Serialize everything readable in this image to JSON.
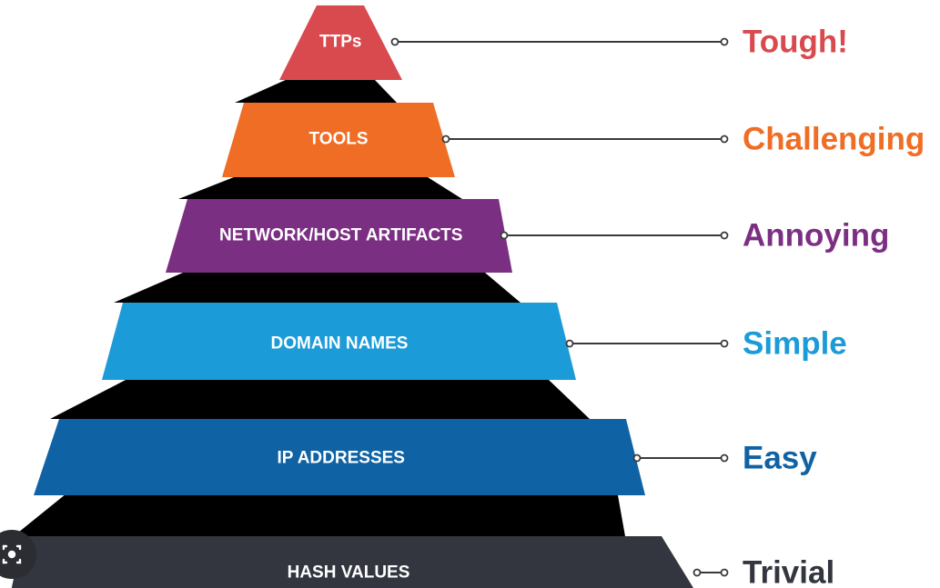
{
  "diagram": {
    "tiers": [
      {
        "id": "ttps",
        "label": "TTPs",
        "level": "Tough!",
        "color": "#d94a4f"
      },
      {
        "id": "tools",
        "label": "TOOLS",
        "level": "Challenging",
        "color": "#ef6d25"
      },
      {
        "id": "artifacts",
        "label": "NETWORK/HOST ARTIFACTS",
        "level": "Annoying",
        "color": "#7b2f82"
      },
      {
        "id": "domains",
        "label": "DOMAIN NAMES",
        "level": "Simple",
        "color": "#1b9bd7"
      },
      {
        "id": "ips",
        "label": "IP ADDRESSES",
        "level": "Easy",
        "color": "#0f62a4"
      },
      {
        "id": "hashes",
        "label": "HASH VALUES",
        "level": "Trivial",
        "color": "#33363f"
      }
    ],
    "side_color": "#000000",
    "connector_color": "#3a3a3a"
  },
  "overlay": {
    "icon": "image-search-lens-icon"
  }
}
